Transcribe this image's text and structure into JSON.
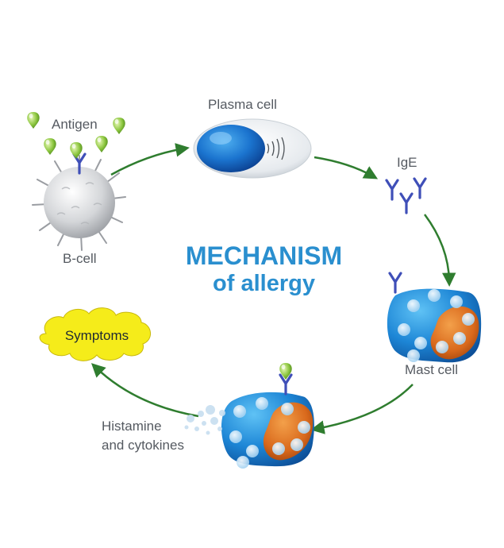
{
  "title": {
    "line1": "MECHANISM",
    "line2": "of allergy"
  },
  "labels": {
    "antigen": "Antigen",
    "plasma_cell": "Plasma cell",
    "ige": "IgE",
    "b_cell": "B-cell",
    "mast_cell": "Mast cell",
    "symptoms": "Symptoms",
    "histamine_line1": "Histamine",
    "histamine_line2": "and cytokines"
  },
  "colors": {
    "title": "#2a8fcf",
    "label_text": "#555a61",
    "arrow": "#2f7d2f",
    "antigen_green": "#8cc63f",
    "antibody_blue": "#3f4fb8",
    "cell_blue": "#1e7fd6",
    "granule_orange": "#e07a1f",
    "symptoms_yellow": "#f5ec1a"
  }
}
